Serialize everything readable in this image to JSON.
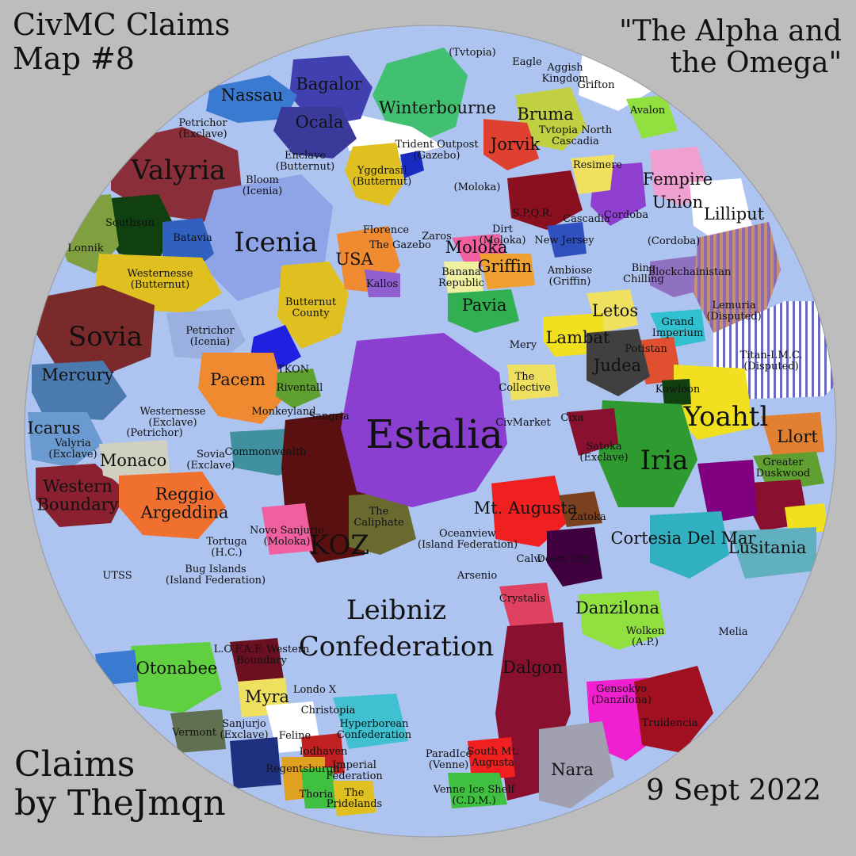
{
  "header": {
    "title_line1": "CivMC Claims",
    "title_line2": "Map #8",
    "quote_line1": "\"The Alpha and",
    "quote_line2": "the Omega\""
  },
  "footer": {
    "credit_line1": "Claims",
    "credit_line2": "by TheJmqn",
    "date": "9 Sept 2022"
  },
  "colors": {
    "background": "#bdbdbd",
    "ocean": "#adc3f0",
    "label": "#111111"
  },
  "map": {
    "claims": [
      {
        "label": "Estalia",
        "size": "xl",
        "color": "#8a3fd0"
      },
      {
        "label": "Icenia",
        "size": "l",
        "color": "#8fa4e6"
      },
      {
        "label": "Sovia",
        "size": "l",
        "color": "#7a2a2a"
      },
      {
        "label": "Valyria",
        "size": "l",
        "color": "#8a2f3a"
      },
      {
        "label": "Iria",
        "size": "l",
        "color": "#2f9a2f"
      },
      {
        "label": "Yoahtl",
        "size": "l",
        "color": "#f0e020"
      },
      {
        "label": "KOZ",
        "size": "l",
        "color": "#5a1010"
      },
      {
        "label": "Leibniz",
        "size": "l",
        "color": "#b3c7f2"
      },
      {
        "label": "Confederation",
        "size": "l",
        "color": "#b3c7f2"
      },
      {
        "label": "USA",
        "size": "m",
        "color": "#f08a30"
      },
      {
        "label": "Nassau",
        "size": "m",
        "color": "#3a7ad0"
      },
      {
        "label": "Bagalor",
        "size": "m",
        "color": "#4040b0"
      },
      {
        "label": "Ocala",
        "size": "m",
        "color": "#3a3a9a"
      },
      {
        "label": "Winterbourne",
        "size": "m",
        "color": "#40c070"
      },
      {
        "label": "Bruma",
        "size": "m",
        "color": "#c0d040"
      },
      {
        "label": "Jorvik",
        "size": "m",
        "color": "#e04030"
      },
      {
        "label": "Fempire",
        "size": "m",
        "color": "#f0a0d0"
      },
      {
        "label": "Union",
        "size": "m",
        "color": "#f0a0d0"
      },
      {
        "label": "Lilliput",
        "size": "m",
        "color": "#ffffff"
      },
      {
        "label": "Mercury",
        "size": "m",
        "color": "#4a7ab0"
      },
      {
        "label": "Monaco",
        "size": "m",
        "color": "#d0d0c0"
      },
      {
        "label": "Pacem",
        "size": "m",
        "color": "#f08a30"
      },
      {
        "label": "Pavia",
        "size": "m",
        "color": "#30b050"
      },
      {
        "label": "Griffin",
        "size": "m",
        "color": "#f0a030"
      },
      {
        "label": "Moloka",
        "size": "m",
        "color": "#f060a0"
      },
      {
        "label": "Lambat",
        "size": "m",
        "color": "#f0e020"
      },
      {
        "label": "Judea",
        "size": "m",
        "color": "#404040"
      },
      {
        "label": "Letos",
        "size": "m",
        "color": "#f0e060"
      },
      {
        "label": "Llort",
        "size": "m",
        "color": "#e08030"
      },
      {
        "label": "Otonabee",
        "size": "m",
        "color": "#60d040"
      },
      {
        "label": "Myra",
        "size": "m",
        "color": "#f0e060"
      },
      {
        "label": "Nara",
        "size": "m",
        "color": "#a0a0b0"
      },
      {
        "label": "Dalgon",
        "size": "m",
        "color": "#8a1030"
      },
      {
        "label": "Danzilona",
        "size": "m",
        "color": "#90e040"
      },
      {
        "label": "Lusitania",
        "size": "m",
        "color": "#60b0c0"
      },
      {
        "label": "Cortesia Del Mar",
        "size": "m",
        "color": "#30b0c0"
      },
      {
        "label": "Mt. Augusta",
        "size": "m",
        "color": "#f02020"
      },
      {
        "label": "Reggio Argeddina",
        "size": "m",
        "color": "#f07030"
      },
      {
        "label": "Western Boundary",
        "size": "m",
        "color": "#8a2030"
      },
      {
        "label": "Icarus",
        "size": "m",
        "color": "#6a9ad0"
      },
      {
        "label": "Lonnik",
        "size": "s",
        "color": "#80a040"
      },
      {
        "label": "Southsun",
        "size": "s",
        "color": "#104010"
      },
      {
        "label": "Batavia",
        "size": "s",
        "color": "#3060c0"
      },
      {
        "label": "Westernesse (Butternut)",
        "size": "s",
        "color": "#e0c020"
      },
      {
        "label": "Petrichor (Icenia)",
        "size": "s",
        "color": "#9ab0e0"
      },
      {
        "label": "Butternut County",
        "size": "s",
        "color": "#e0c020"
      },
      {
        "label": "Kallos",
        "size": "s",
        "color": "#9060d0"
      },
      {
        "label": "TKON",
        "size": "s",
        "color": "#2020e0"
      },
      {
        "label": "Commonwealth",
        "size": "s",
        "color": "#4090a0"
      },
      {
        "label": "Novo Sanjurjo (Moloka)",
        "size": "s",
        "color": "#f060a0"
      },
      {
        "label": "The Caliphate",
        "size": "s",
        "color": "#6a6a30"
      },
      {
        "label": "The Collective",
        "size": "s",
        "color": "#f0e060"
      },
      {
        "label": "Zatoka",
        "size": "s",
        "color": "#7a4020"
      },
      {
        "label": "Doom City",
        "size": "s",
        "color": "#400040"
      },
      {
        "label": "Arsenio",
        "size": "s",
        "color": "#b3c7f2"
      },
      {
        "label": "Crystalis",
        "size": "s",
        "color": "#e04060"
      },
      {
        "label": "Calw",
        "size": "s",
        "color": "#f0a030"
      },
      {
        "label": "Wolken (A.P.)",
        "size": "s",
        "color": "#b3c7f2"
      },
      {
        "label": "Gensokyo (Danzilona)",
        "size": "s",
        "color": "#f020d0"
      },
      {
        "label": "Truidencia",
        "size": "s",
        "color": "#a01020"
      },
      {
        "label": "Greater Duskwood",
        "size": "s",
        "color": "#60a030"
      },
      {
        "label": "Lemuria (Disputed)",
        "size": "s",
        "color": "#b0806a"
      },
      {
        "label": "Titan-I.M.C. (Disputed)",
        "size": "s",
        "color": "#ffffff"
      },
      {
        "label": "Grand Imperium",
        "size": "s",
        "color": "#30c0d0"
      },
      {
        "label": "Potistan",
        "size": "s",
        "color": "#e05030"
      },
      {
        "label": "Bing Chilling",
        "size": "s",
        "color": "#9ab0e0"
      },
      {
        "label": "Blockchainistan",
        "size": "s",
        "color": "#9070c0"
      },
      {
        "label": "Avalon",
        "size": "s",
        "color": "#90e040"
      },
      {
        "label": "Grifton",
        "size": "s",
        "color": "#ffffff"
      },
      {
        "label": "Aggish Kingdom",
        "size": "s",
        "color": "#9ab0e0"
      },
      {
        "label": "Cordoba",
        "size": "s",
        "color": "#9040d0"
      },
      {
        "label": "S.P.Q.R.",
        "size": "s",
        "color": "#8a1020"
      },
      {
        "label": "New Jersey",
        "size": "s",
        "color": "#3050c0"
      },
      {
        "label": "Ambiose (Griffin)",
        "size": "s",
        "color": "#f07030"
      },
      {
        "label": "Banana Republic",
        "size": "s",
        "color": "#f0f0a0"
      },
      {
        "label": "Hyperborean Confederation",
        "size": "s",
        "color": "#40c0d0"
      },
      {
        "label": "Imperial Federation",
        "size": "s",
        "color": "#c02020"
      },
      {
        "label": "The Pridelands",
        "size": "s",
        "color": "#e0c020"
      },
      {
        "label": "Thoria",
        "size": "s",
        "color": "#40c040"
      },
      {
        "label": "Vermont",
        "size": "s",
        "color": "#607050"
      },
      {
        "label": "Feline",
        "size": "s",
        "color": "#ffffff"
      },
      {
        "label": "L.O.F.A.F. Western Boundary",
        "size": "s",
        "color": "#6a1020"
      },
      {
        "label": "Bug Islands (Island Federation)",
        "size": "s",
        "color": "#b3c7f2"
      },
      {
        "label": "Oceanview (Island Federation)",
        "size": "s",
        "color": "#b3c7f2"
      },
      {
        "label": "UTSS",
        "size": "s",
        "color": "#b3c7f2"
      },
      {
        "label": "Sanjurjo (Exclave)",
        "size": "s",
        "color": "#f07030"
      },
      {
        "label": "Venne Ice Shelf (C.D.M.)",
        "size": "s",
        "color": "#40c040"
      },
      {
        "label": "ParadIce (Venne)",
        "size": "s",
        "color": "#b3c7f2"
      },
      {
        "label": "South Mt. Augusta",
        "size": "s",
        "color": "#f02020"
      },
      {
        "label": "Petrichor (Exclave)",
        "size": "s",
        "color": "#8a2f3a"
      },
      {
        "label": "Enclave (Butternut)",
        "size": "s",
        "color": "#e0c020"
      },
      {
        "label": "Bloom (Icenia)",
        "size": "s",
        "color": "#9ab0e0"
      },
      {
        "label": "(Moloka)",
        "size": "s",
        "color": "#b3c7f2"
      },
      {
        "label": "(Cordoba)",
        "size": "s",
        "color": "#b3c7f2"
      },
      {
        "label": "(Tvtopia)",
        "size": "s",
        "color": "#b3c7f2"
      },
      {
        "label": "Eagle",
        "size": "s",
        "color": "#ffffff"
      },
      {
        "label": "Kowloon",
        "size": "s",
        "color": "#104010"
      },
      {
        "label": "CivMarket",
        "size": "s",
        "color": "#b3c7f2"
      },
      {
        "label": "Yggdrasil (Butternut)",
        "size": "s",
        "color": "#e0c020"
      },
      {
        "label": "Westernesse (Exclave)",
        "size": "s",
        "color": "#b3c7f2"
      },
      {
        "label": "(Petrichor)",
        "size": "s",
        "color": "#b3c7f2"
      },
      {
        "label": "Valyria (Exclave)",
        "size": "s",
        "color": "#8a2f3a"
      },
      {
        "label": "Tortuga (H.C.)",
        "size": "s",
        "color": "#b3c7f2"
      },
      {
        "label": "Riventall",
        "size": "s",
        "color": "#60a030"
      },
      {
        "label": "Sangria",
        "size": "s",
        "color": "#e04060"
      },
      {
        "label": "Monkeyland",
        "size": "s",
        "color": "#e0c020"
      },
      {
        "label": "Christopia",
        "size": "s",
        "color": "#b3c7f2"
      },
      {
        "label": "Londo X",
        "size": "s",
        "color": "#8a1030"
      },
      {
        "label": "Regentsburgh",
        "size": "s",
        "color": "#e0a020"
      },
      {
        "label": "Iodhaven",
        "size": "s",
        "color": "#c02020"
      },
      {
        "label": "Resimere",
        "size": "s",
        "color": "#f0e060"
      },
      {
        "label": "Tvtopia North Cascadia",
        "size": "s",
        "color": "#c0e040"
      },
      {
        "label": "Cascadia",
        "size": "s",
        "color": "#40c0a0"
      },
      {
        "label": "Florence",
        "size": "s",
        "color": "#f08a30"
      },
      {
        "label": "The Gazebo",
        "size": "s",
        "color": "#40c070"
      },
      {
        "label": "Trident Outpost (Gazebo)",
        "size": "s",
        "color": "#40c070"
      },
      {
        "label": "Dirt (Moloka)",
        "size": "s",
        "color": "#f060a0"
      },
      {
        "label": "Zaros",
        "size": "s",
        "color": "#30b050"
      },
      {
        "label": "Mery",
        "size": "s",
        "color": "#b3c7f2"
      },
      {
        "label": "Satoka (Exclave)",
        "size": "s",
        "color": "#8a1030"
      },
      {
        "label": "Cixa",
        "size": "s",
        "color": "#404040"
      },
      {
        "label": "Melia",
        "size": "s",
        "color": "#b3c7f2"
      },
      {
        "label": "Sovia (Exclave)",
        "size": "s",
        "color": "#b3c7f2"
      }
    ]
  }
}
